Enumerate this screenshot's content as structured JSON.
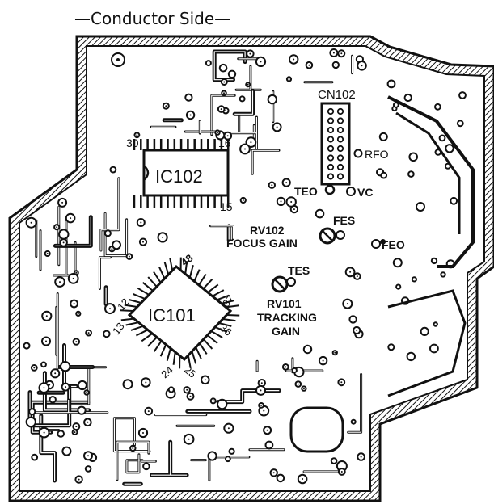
{
  "title": "—Conductor Side—",
  "ics": {
    "ic102": {
      "name": "IC102",
      "pins": [
        "30",
        "16",
        "15"
      ]
    },
    "ic101": {
      "name": "IC101",
      "pins": [
        "48",
        "12",
        "37",
        "36",
        "13",
        "24",
        "25"
      ]
    }
  },
  "connector": {
    "name": "CN102"
  },
  "test_points": {
    "rfo": "RFO",
    "teo": "TEO",
    "vc": "VC",
    "fes": "FES",
    "feo": "FEO",
    "tes": "TES"
  },
  "pots": {
    "rv102": {
      "ref": "RV102",
      "function": "FOCUS GAIN"
    },
    "rv101": {
      "ref": "RV101",
      "function_line1": "TRACKING",
      "function_line2": "GAIN"
    }
  },
  "colors": {
    "ink": "#111111",
    "board": "#ffffff"
  }
}
